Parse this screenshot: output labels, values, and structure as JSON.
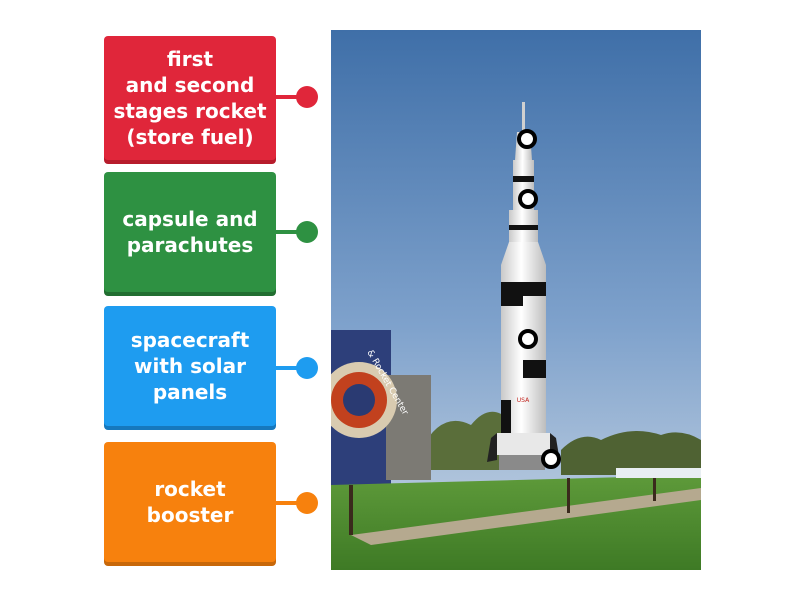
{
  "labels": [
    {
      "id": "stages",
      "lines": [
        "first",
        "and second",
        "stages rocket",
        "(store fuel)"
      ],
      "color": "#e0263a",
      "shade": "#b71c2c"
    },
    {
      "id": "capsule",
      "lines": [
        "capsule and",
        "parachutes"
      ],
      "color": "#2e9142",
      "shade": "#226e31"
    },
    {
      "id": "spacecraft",
      "lines": [
        "spacecraft",
        "with solar",
        "panels"
      ],
      "color": "#1e9cf0",
      "shade": "#1678bd"
    },
    {
      "id": "booster",
      "lines": [
        "rocket",
        "booster"
      ],
      "color": "#f7810d",
      "shade": "#c8680a"
    }
  ],
  "banner_text": "& Rocket Center",
  "rocket_text": "USA"
}
